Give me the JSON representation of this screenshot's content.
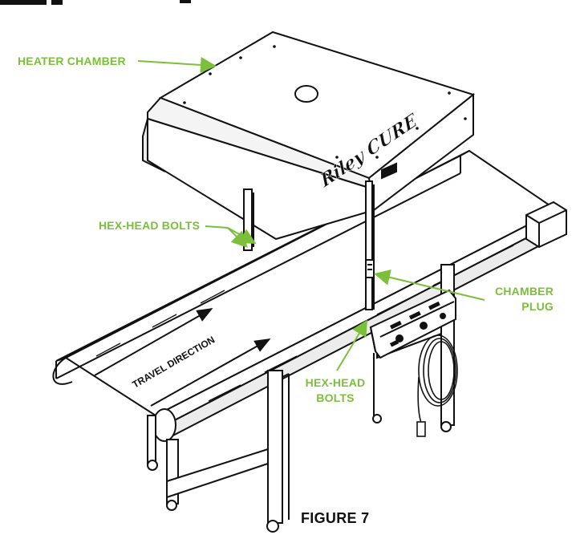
{
  "diagram": {
    "labels": {
      "heater_chamber": "HEATER CHAMBER",
      "hex_head_bolts_left": "HEX-HEAD BOLTS",
      "chamber_plug_line1": "CHAMBER",
      "chamber_plug_line2": "PLUG",
      "hex_head_bolts_right_line1": "HEX-HEAD",
      "hex_head_bolts_right_line2": "BOLTS",
      "travel_direction": "TRAVEL DIRECTION"
    },
    "brand_marking": "Riley CURE",
    "figure_title": "FIGURE 7",
    "colors": {
      "callout": "#7bbf3a",
      "line_art": "#111111",
      "background": "#ffffff"
    }
  }
}
